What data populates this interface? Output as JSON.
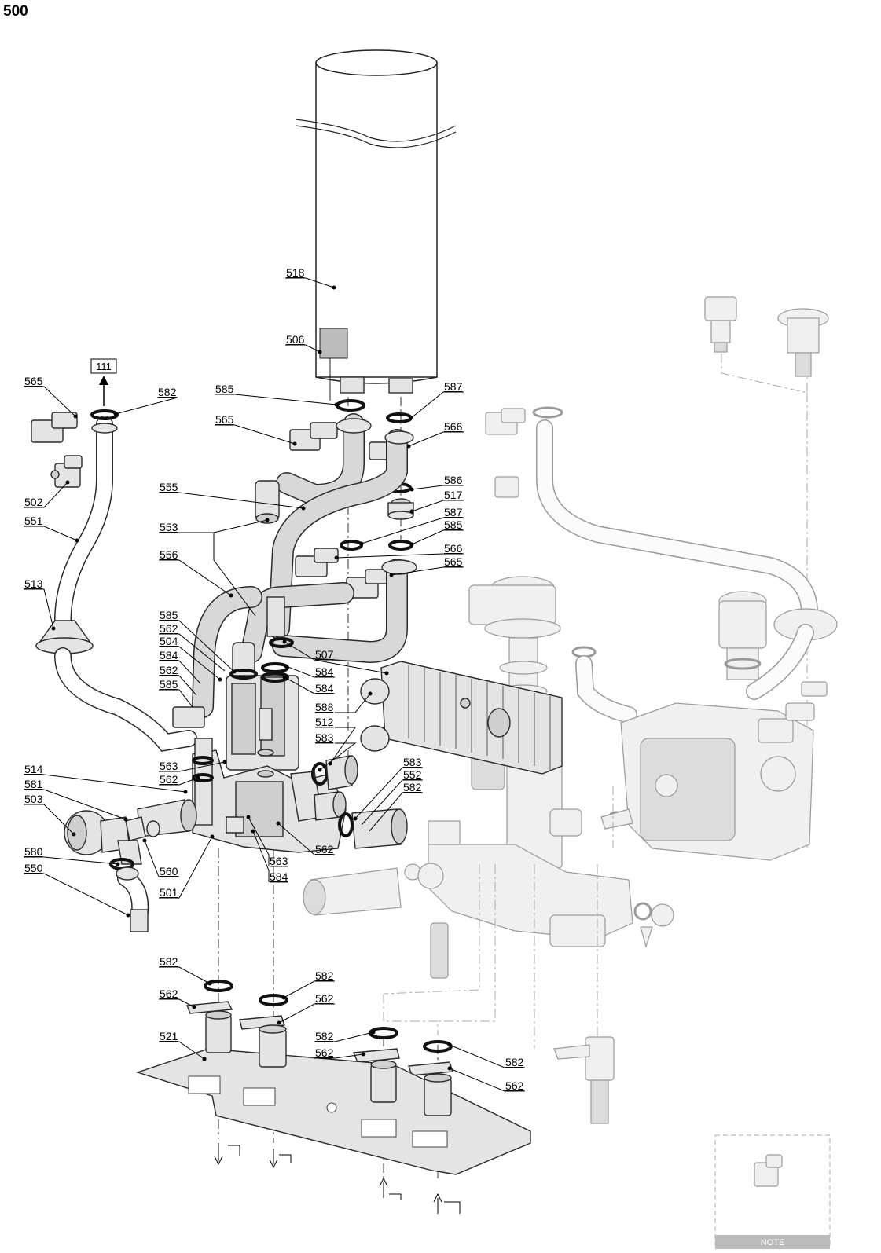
{
  "page_title": "500",
  "reference_box": "111",
  "inset_caption": "NOTE",
  "callouts": [
    {
      "id": "c518",
      "text": "518"
    },
    {
      "id": "c506",
      "text": "506"
    },
    {
      "id": "c565a",
      "text": "565"
    },
    {
      "id": "c582a",
      "text": "582"
    },
    {
      "id": "c585a",
      "text": "585"
    },
    {
      "id": "c587a",
      "text": "587"
    },
    {
      "id": "c565b",
      "text": "565"
    },
    {
      "id": "c566a",
      "text": "566"
    },
    {
      "id": "c502",
      "text": "502"
    },
    {
      "id": "c551",
      "text": "551"
    },
    {
      "id": "c555",
      "text": "555"
    },
    {
      "id": "c586",
      "text": "586"
    },
    {
      "id": "c517",
      "text": "517"
    },
    {
      "id": "c587b",
      "text": "587"
    },
    {
      "id": "c553",
      "text": "553"
    },
    {
      "id": "c585b",
      "text": "585"
    },
    {
      "id": "c566b",
      "text": "566"
    },
    {
      "id": "c565c",
      "text": "565"
    },
    {
      "id": "c556",
      "text": "556"
    },
    {
      "id": "c513",
      "text": "513"
    },
    {
      "id": "c585c",
      "text": "585"
    },
    {
      "id": "c562a",
      "text": "562"
    },
    {
      "id": "c504",
      "text": "504"
    },
    {
      "id": "c584a",
      "text": "584"
    },
    {
      "id": "c562b",
      "text": "562"
    },
    {
      "id": "c585d",
      "text": "585"
    },
    {
      "id": "c507",
      "text": "507"
    },
    {
      "id": "c584b",
      "text": "584"
    },
    {
      "id": "c584c",
      "text": "584"
    },
    {
      "id": "c588",
      "text": "588"
    },
    {
      "id": "c512",
      "text": "512"
    },
    {
      "id": "c583a",
      "text": "583"
    },
    {
      "id": "c583b",
      "text": "583"
    },
    {
      "id": "c552",
      "text": "552"
    },
    {
      "id": "c582b",
      "text": "582"
    },
    {
      "id": "c563a",
      "text": "563"
    },
    {
      "id": "c562c",
      "text": "562"
    },
    {
      "id": "c514",
      "text": "514"
    },
    {
      "id": "c581",
      "text": "581"
    },
    {
      "id": "c503",
      "text": "503"
    },
    {
      "id": "c562d",
      "text": "562"
    },
    {
      "id": "c563b",
      "text": "563"
    },
    {
      "id": "c584d",
      "text": "584"
    },
    {
      "id": "c580",
      "text": "580"
    },
    {
      "id": "c560",
      "text": "560"
    },
    {
      "id": "c550",
      "text": "550"
    },
    {
      "id": "c501",
      "text": "501"
    },
    {
      "id": "c582c",
      "text": "582"
    },
    {
      "id": "c562e",
      "text": "562"
    },
    {
      "id": "c582d",
      "text": "582"
    },
    {
      "id": "c562f",
      "text": "562"
    },
    {
      "id": "c521",
      "text": "521"
    },
    {
      "id": "c582e",
      "text": "582"
    },
    {
      "id": "c562g",
      "text": "562"
    },
    {
      "id": "c582f",
      "text": "582"
    },
    {
      "id": "c562h",
      "text": "562"
    }
  ]
}
